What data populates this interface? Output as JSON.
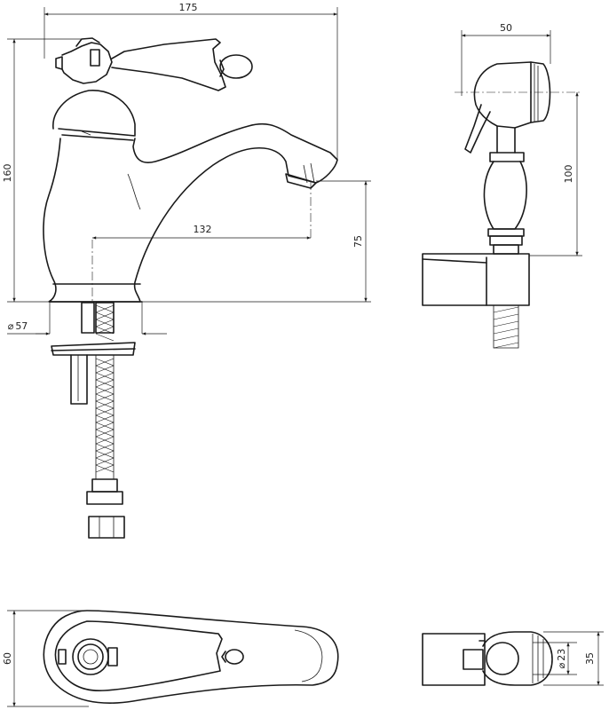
{
  "dimensions": {
    "overall_width": "175",
    "overall_height": "160",
    "spout_reach": "132",
    "spout_height": "75",
    "base_diameter": "57",
    "base_diameter_symbol": "⌀",
    "shower_width": "50",
    "shower_height": "100",
    "top_view_width": "60",
    "shower_bottom_height": "35",
    "shower_bottom_diameter": "23",
    "shower_bottom_diameter_symbol": "⌀"
  }
}
